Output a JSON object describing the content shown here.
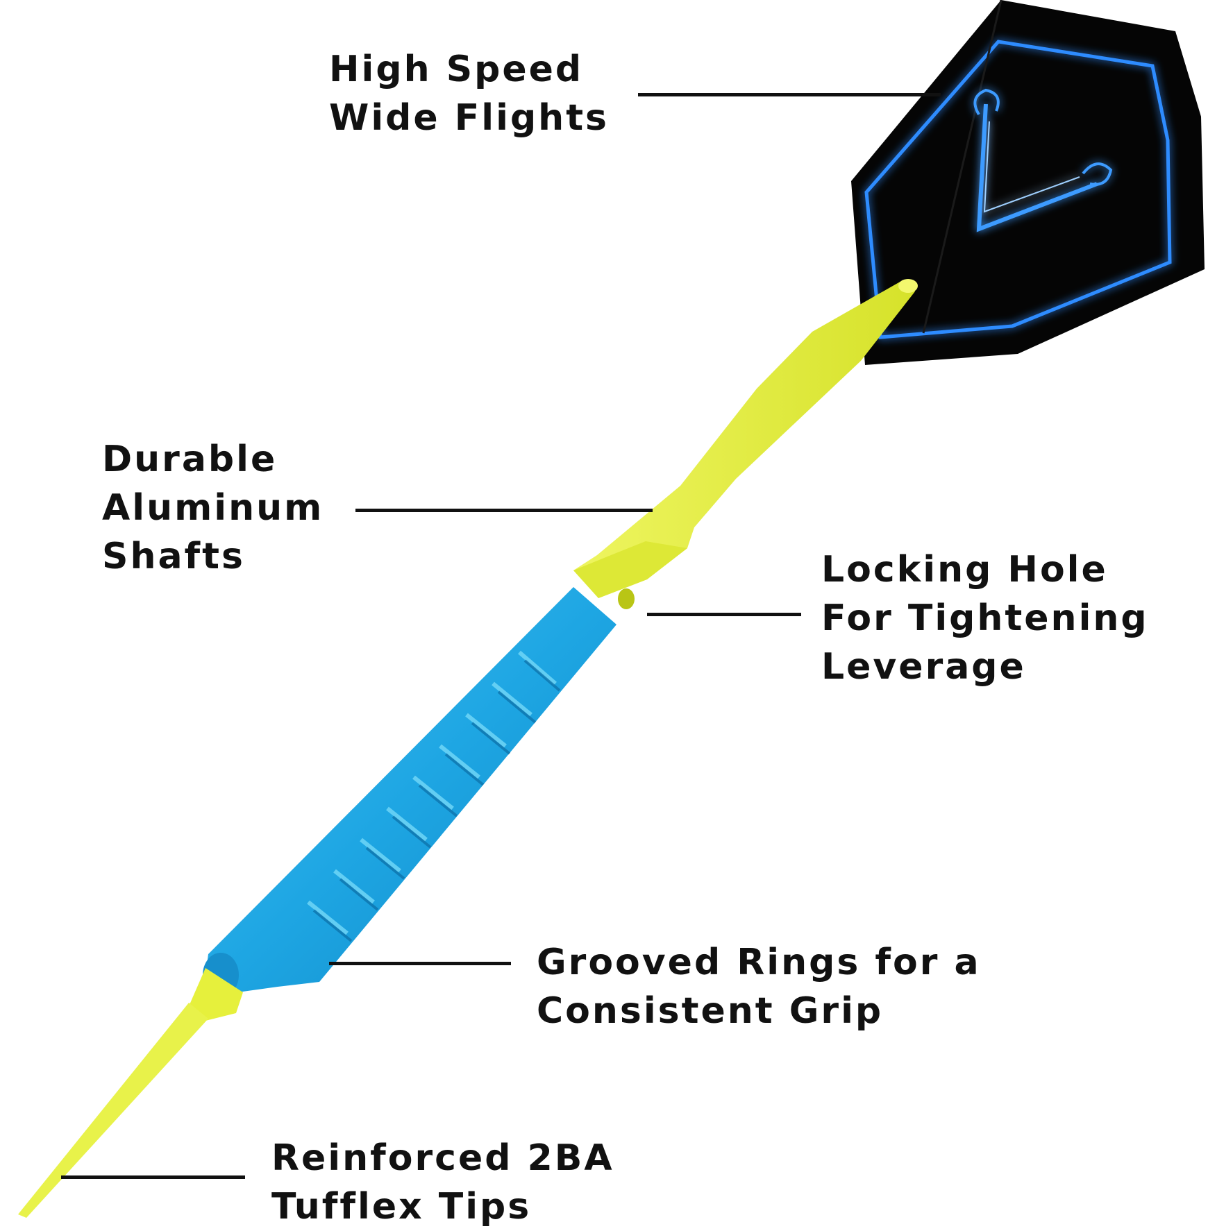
{
  "callouts": {
    "flights": {
      "line1": "High Speed",
      "line2": "Wide Flights"
    },
    "shafts": {
      "line1": "Durable",
      "line2": "Aluminum",
      "line3": "Shafts"
    },
    "locking": {
      "line1": "Locking Hole",
      "line2": "For Tightening",
      "line3": "Leverage"
    },
    "grooved": {
      "line1": "Grooved Rings for a",
      "line2": "Consistent Grip"
    },
    "tips": {
      "line1": "Reinforced 2BA",
      "line2": "Tufflex Tips"
    }
  },
  "colors": {
    "flight_fill": "#050505",
    "flight_glow": "#2f8cff",
    "shaft_yellow": "#e6f03c",
    "barrel_blue": "#1ea6e3",
    "barrel_ridge": "#5fd0f5",
    "leader_line": "#111111"
  },
  "icons": {
    "flight": "dart-flight-icon",
    "logo": "v-dragon-logo-icon"
  }
}
